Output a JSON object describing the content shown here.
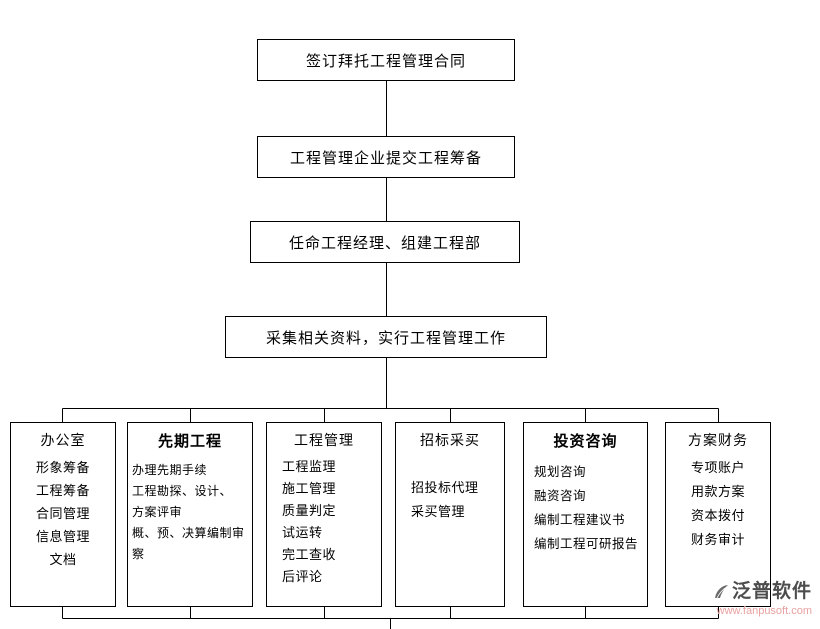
{
  "flow_steps": [
    {
      "label": "签订拜托工程管理合同"
    },
    {
      "label": "工程管理企业提交工程筹备"
    },
    {
      "label": "任命工程经理、组建工程部"
    },
    {
      "label": "采集相关资料，实行工程管理工作"
    }
  ],
  "departments": [
    {
      "title": "办公室",
      "items": [
        "形象筹备",
        "工程筹备",
        "合同管理",
        "信息管理",
        "文档"
      ]
    },
    {
      "title": "先期工程",
      "items": [
        "办理先期手续",
        "工程勘探、设计、",
        "方案评审",
        "概、预、决算编制审察"
      ]
    },
    {
      "title": "工程管理",
      "items": [
        "工程监理",
        "施工管理",
        "质量判定",
        "试运转",
        "完工查收",
        "后评论"
      ]
    },
    {
      "title": "招标采买",
      "items": [
        "招投标代理",
        "采买管理"
      ]
    },
    {
      "title": "投资咨询",
      "items": [
        "规划咨询",
        "融资咨询",
        "编制工程建议书",
        "编制工程可研报告"
      ]
    },
    {
      "title": "方案财务",
      "items": [
        "专项账户",
        "用款方案",
        "资本拨付",
        "财务审计"
      ]
    }
  ],
  "watermark": {
    "brand": "泛普软件",
    "url": "www.fanpusoft.com",
    "logo_icon": "pen-nib-icon"
  },
  "colors": {
    "line": "#000000",
    "box_border": "#000000",
    "background": "#ffffff",
    "watermark_brand": "#4d4d4d",
    "watermark_url": "#e9a1a1"
  }
}
